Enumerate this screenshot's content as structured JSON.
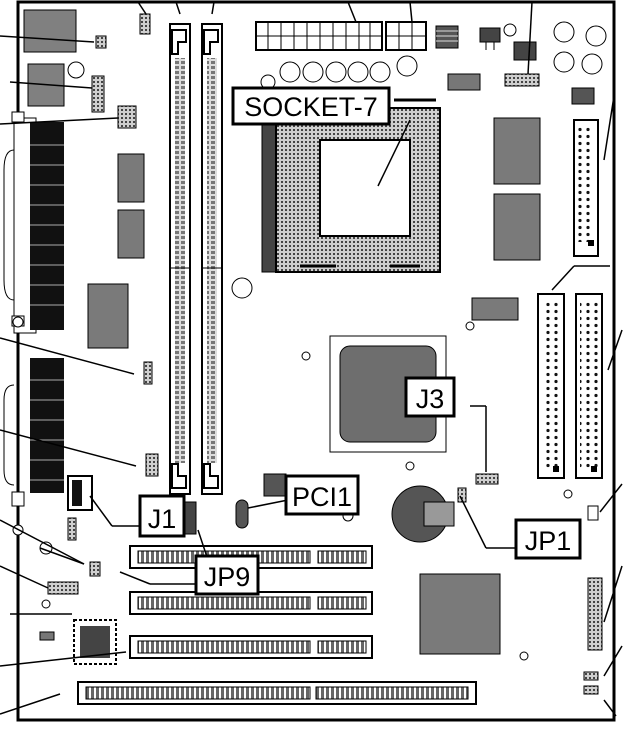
{
  "labels": {
    "socket": "SOCKET-7",
    "j3": "J3",
    "pci1": "PCI1",
    "j1": "J1",
    "jp9": "JP9",
    "jp1": "JP1"
  },
  "colors": {
    "board": "#ffffff",
    "outline": "#000000",
    "chip": "#7a7a7a",
    "chip_dark": "#555555",
    "slot_fill": "#bdbdbd"
  }
}
